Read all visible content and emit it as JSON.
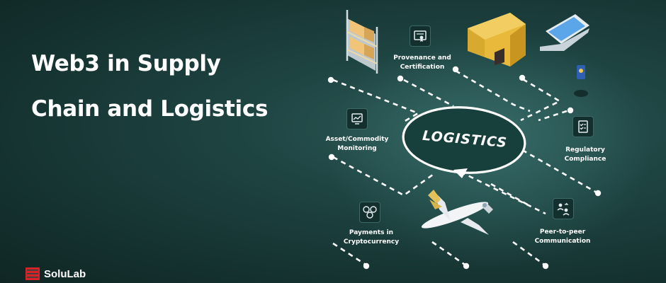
{
  "title": {
    "line1": "Web3 in Supply",
    "line2": "Chain and Logistics"
  },
  "hub": {
    "label": "LOGISTICS"
  },
  "nodes": {
    "provenance": {
      "line1": "Provenance and",
      "line2": "Certification",
      "icon": "certificate-icon"
    },
    "asset": {
      "line1": "Asset/Commodity",
      "line2": "Monitoring",
      "icon": "monitoring-icon"
    },
    "regulatory": {
      "line1": "Regulatory",
      "line2": "Compliance",
      "icon": "checklist-icon"
    },
    "payments": {
      "line1": "Payments in",
      "line2": "Cryptocurrency",
      "icon": "coins-icon"
    },
    "peer": {
      "line1": "Peer-to-peer",
      "line2": "Communication",
      "icon": "users-exchange-icon"
    }
  },
  "brand": {
    "name": "SoluLab",
    "logo_text": "SOLULAB"
  },
  "colors": {
    "background": "#1e4442",
    "text": "#ffffff",
    "dash": "#ffffff",
    "warehouse": "#e9b93c",
    "logo_red": "#d6232a"
  }
}
